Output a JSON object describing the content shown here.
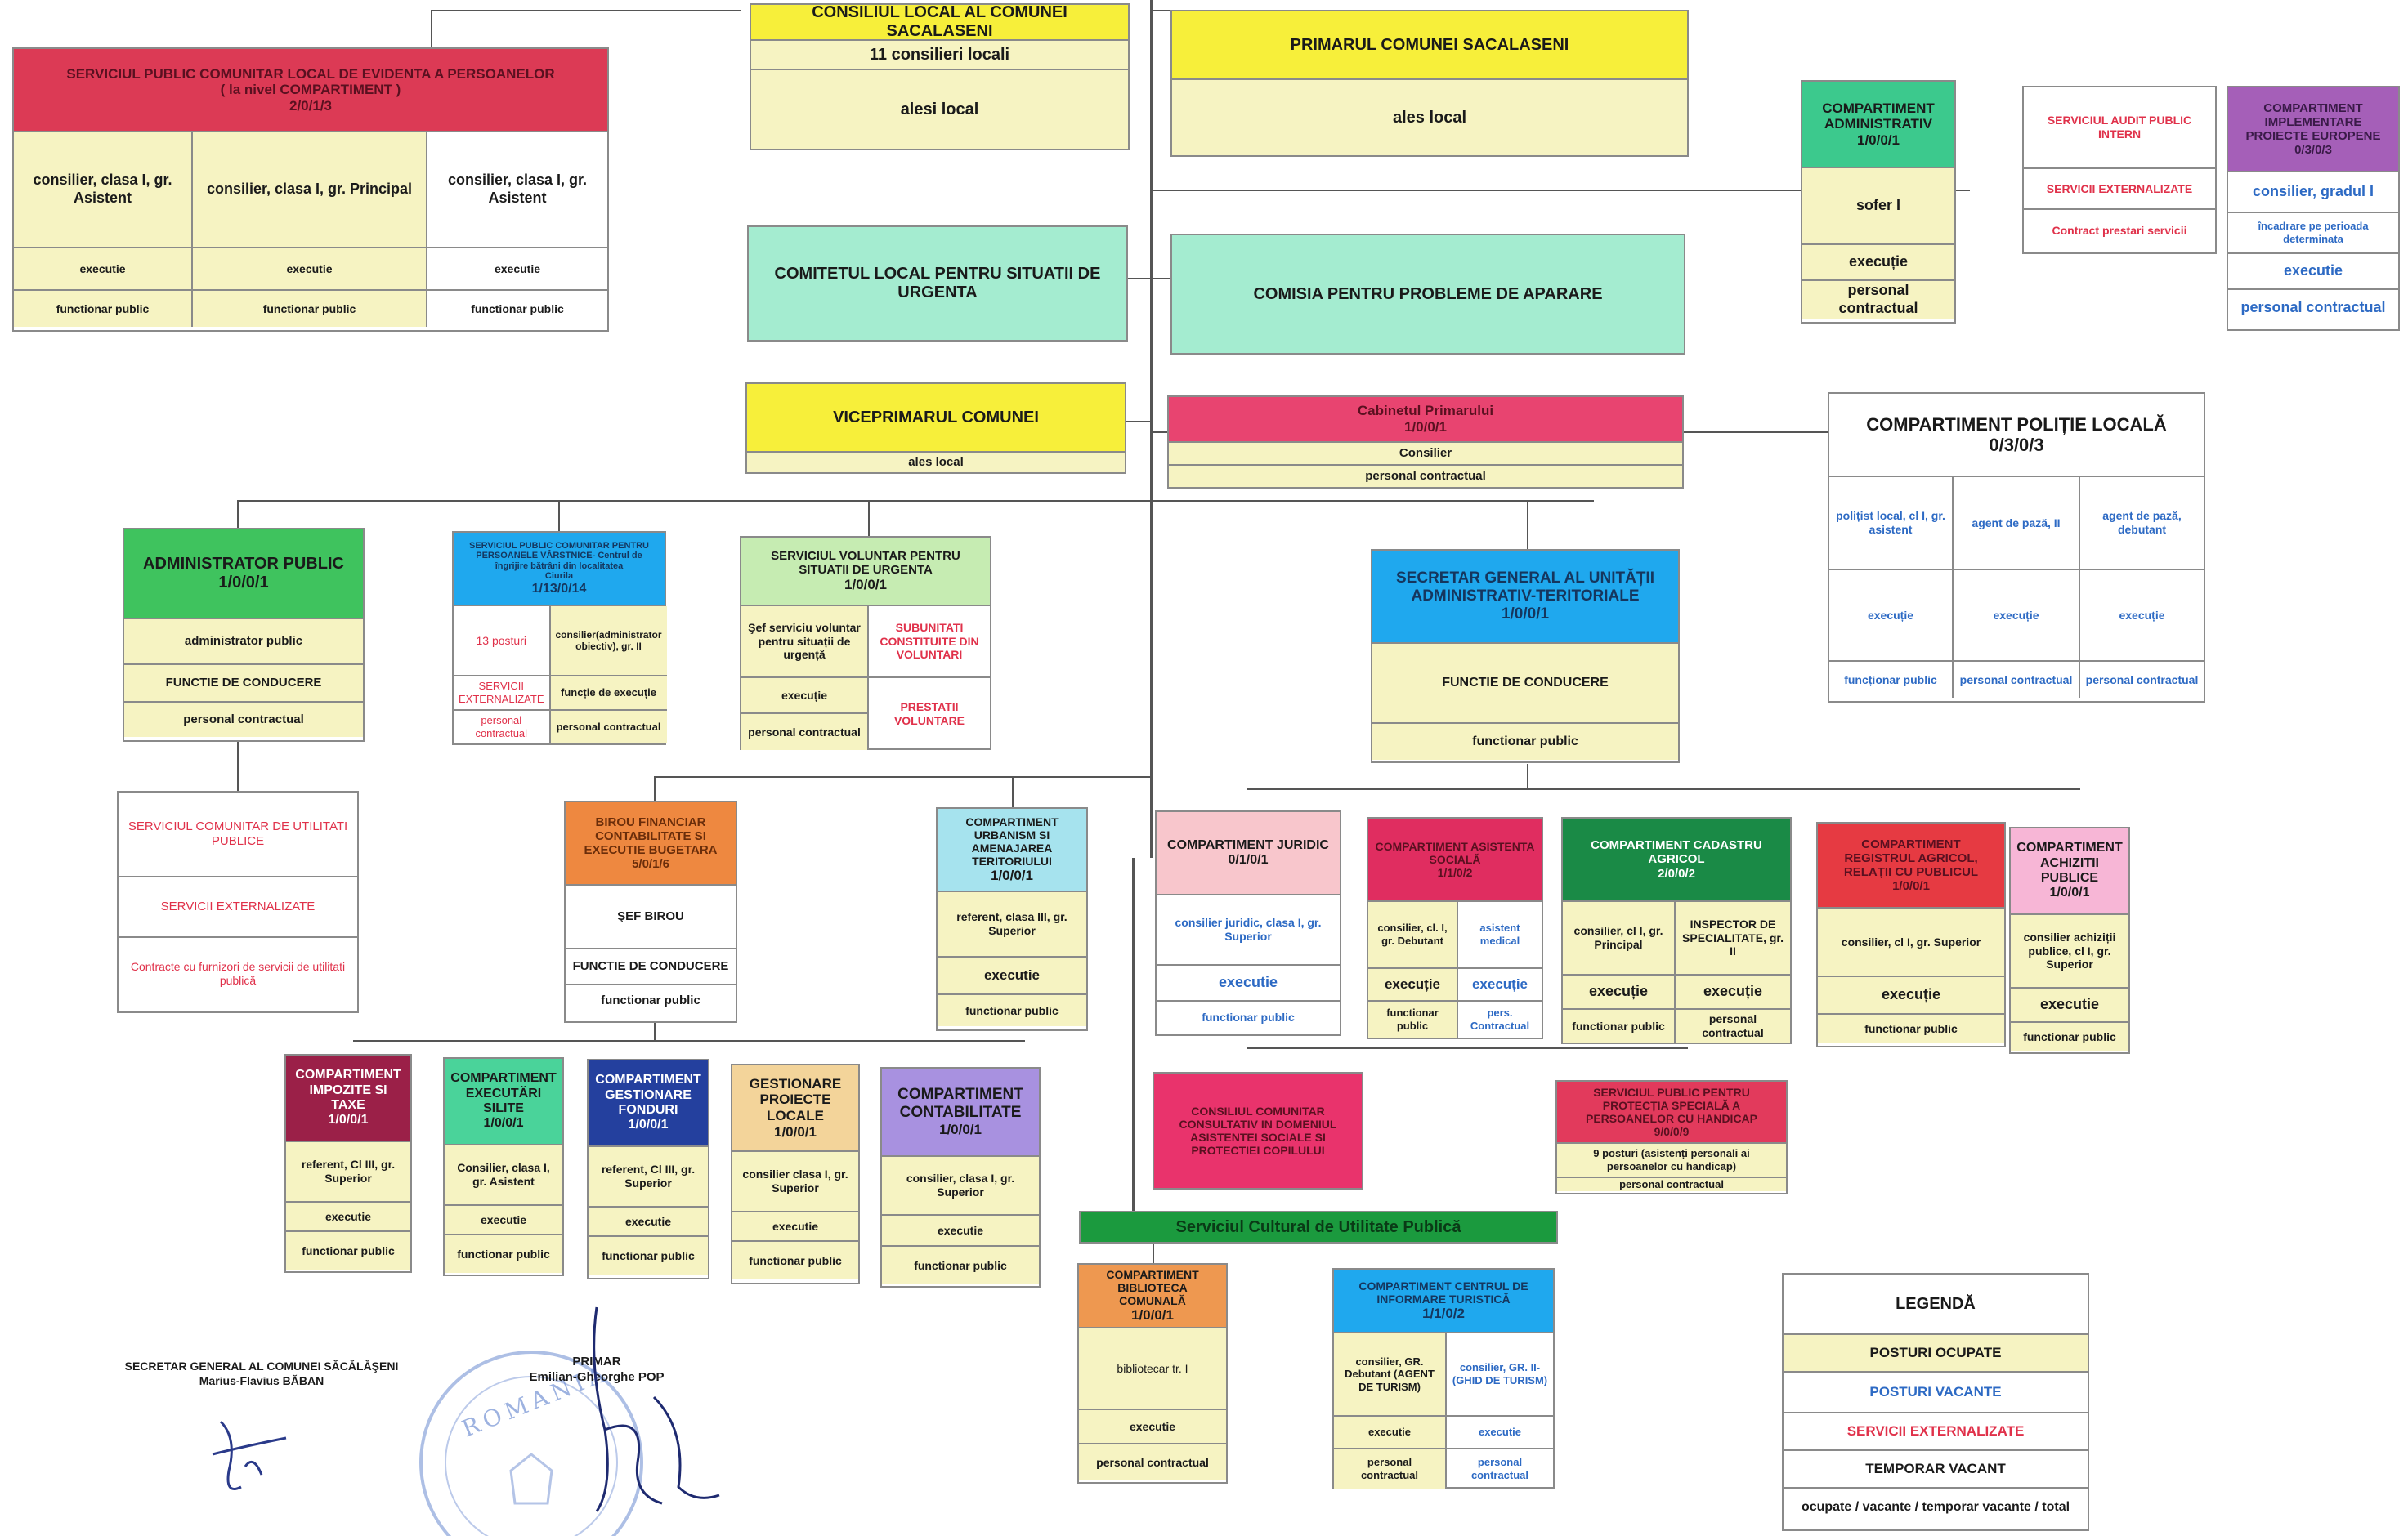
{
  "consiliu": {
    "title": "CONSILIUL LOCAL AL COMUNEI SACALASENI",
    "sub": "11 consilieri locali",
    "body": "alesi local"
  },
  "primar": {
    "title": "PRIMARUL COMUNEI SACALASENI",
    "body": "ales local"
  },
  "evidenta": {
    "title": "SERVICIUL PUBLIC COMUNITAR LOCAL DE EVIDENTA A PERSOANELOR",
    "sub": "( la nivel COMPARTIMENT )",
    "code": "2/0/1/3",
    "posts": [
      "consilier, clasa I, gr. Asistent",
      "consilier, clasa I, gr. Principal",
      "consilier, clasa I, gr. Asistent"
    ],
    "exec": [
      "executie",
      "executie",
      "executie"
    ],
    "type": [
      "functionar public",
      "functionar public",
      "functionar public"
    ]
  },
  "comitet": {
    "title": "COMITETUL LOCAL PENTRU SITUATII DE URGENTA"
  },
  "comisia": {
    "title": "COMISIA PENTRU PROBLEME DE APARARE"
  },
  "administrativ": {
    "title": "COMPARTIMENT ADMINISTRATIV",
    "code": "1/0/0/1",
    "post": "sofer I",
    "exec": "execuție",
    "type": "personal contractual"
  },
  "audit": {
    "title": "SERVICIUL AUDIT PUBLIC INTERN",
    "ext": "SERVICII EXTERNALIZATE",
    "contract": "Contract prestari servicii"
  },
  "proiecte_eu": {
    "title": "COMPARTIMENT IMPLEMENTARE PROIECTE EUROPENE",
    "code": "0/3/0/3",
    "post": "consilier, gradul I",
    "note": "încadrare pe perioada determinata",
    "exec": "executie",
    "type": "personal contractual"
  },
  "viceprimar": {
    "title": "VICEPRIMARUL COMUNEI",
    "body": "ales local"
  },
  "cabinet": {
    "title": "Cabinetul Primarului",
    "code": "1/0/0/1",
    "post": "Consilier",
    "type": "personal contractual"
  },
  "politie": {
    "title": "COMPARTIMENT POLIȚIE LOCALĂ",
    "code": "0/3/0/3",
    "posts": [
      "polițist local, cl I, gr. asistent",
      "agent de pază, II",
      "agent de pază, debutant"
    ],
    "exec": [
      "execuție",
      "execuție",
      "execuție"
    ],
    "type": [
      "funcționar public",
      "personal contractual",
      "personal contractual"
    ]
  },
  "admin_public": {
    "title": "ADMINISTRATOR PUBLIC",
    "code": "1/0/0/1",
    "post": "administrator public",
    "role": "FUNCTIE DE CONDUCERE",
    "type": "personal contractual"
  },
  "varstnice": {
    "title": "SERVICIUL PUBLIC COMUNITAR PENTRU PERSOANELE VÂRSTNICE- Centrul de îngrijire bătrâni din localitatea",
    "sub": "Ciurila",
    "code": "1/13/0/14",
    "left": [
      "13 posturi",
      "SERVICII EXTERNALIZATE",
      "personal contractual"
    ],
    "right": [
      "consilier(administrator obiectiv), gr. II",
      "funcție de execuție",
      "personal contractual"
    ]
  },
  "voluntar": {
    "title": "SERVICIUL VOLUNTAR PENTRU SITUATII DE URGENTA",
    "code": "1/0/0/1",
    "left": [
      "Şef serviciu voluntar pentru situații de urgență",
      "execuție",
      "personal contractual"
    ],
    "right": [
      "SUBUNITATI CONSTITUITE DIN VOLUNTARI",
      "PRESTATII VOLUNTARE"
    ]
  },
  "secretar": {
    "title": "SECRETAR GENERAL AL UNITĂȚII ADMINISTRATIV-TERITORIALE",
    "code": "1/0/0/1",
    "role": "FUNCTIE DE CONDUCERE",
    "type": "functionar public"
  },
  "utilitati": {
    "title": "SERVICIUL COMUNITAR DE UTILITATI PUBLICE",
    "ext": "SERVICII EXTERNALIZATE",
    "contract": "Contracte cu furnizori de servicii de utilitati publică"
  },
  "birou": {
    "title": "BIROU FINANCIAR CONTABILITATE SI EXECUTIE BUGETARA",
    "code": "5/0/1/6",
    "post": "ŞEF BIROU",
    "role": "FUNCTIE DE CONDUCERE",
    "type": "functionar public"
  },
  "urbanism": {
    "title": "COMPARTIMENT URBANISM SI AMENAJAREA TERITORIULUI",
    "code": "1/0/0/1",
    "post": "referent, clasa III, gr. Superior",
    "exec": "executie",
    "type": "functionar public"
  },
  "juridic": {
    "title": "COMPARTIMENT JURIDIC",
    "code": "0/1/0/1",
    "post": "consilier juridic, clasa I, gr. Superior",
    "exec": "executie",
    "type": "functionar public"
  },
  "asistenta": {
    "title": "COMPARTIMENT ASISTENTA SOCIALĂ",
    "code": "1/1/0/2",
    "left": [
      "consilier, cl. I, gr. Debutant",
      "execuție",
      "functionar public"
    ],
    "right": [
      "asistent medical",
      "execuție",
      "pers. Contractual"
    ]
  },
  "cadastru": {
    "title": "COMPARTIMENT CADASTRU AGRICOL",
    "code": "2/0/0/2",
    "left": [
      "consilier, cl I, gr. Principal",
      "execuție",
      "functionar public"
    ],
    "right": [
      "INSPECTOR DE SPECIALITATE, gr. II",
      "execuție",
      "personal contractual"
    ]
  },
  "registru": {
    "title": "COMPARTIMENT REGISTRUL AGRICOL, RELAȚII CU PUBLICUL",
    "code": "1/0/0/1",
    "post": "consilier, cl I, gr. Superior",
    "exec": "execuție",
    "type": "functionar public"
  },
  "achizitii": {
    "title": "COMPARTIMENT ACHIZITII PUBLICE",
    "code": "1/0/0/1",
    "post": "consilier achiziții publice, cl I, gr. Superior",
    "exec": "executie",
    "type": "functionar public"
  },
  "impozite": {
    "title": "COMPARTIMENT IMPOZITE SI TAXE",
    "code": "1/0/0/1",
    "post": "referent, Cl III, gr. Superior",
    "exec": "executie",
    "type": "functionar public"
  },
  "executari": {
    "title": "COMPARTIMENT EXECUTĂRI SILITE",
    "code": "1/0/0/1",
    "post": "Consilier, clasa I, gr. Asistent",
    "exec": "executie",
    "type": "functionar public"
  },
  "fonduri": {
    "title": "COMPARTIMENT GESTIONARE FONDURI",
    "code": "1/0/0/1",
    "post": "referent, Cl III, gr. Superior",
    "exec": "executie",
    "type": "functionar public"
  },
  "gestionare": {
    "title": "GESTIONARE PROIECTE LOCALE",
    "code": "1/0/0/1",
    "post": "consilier clasa I, gr. Superior",
    "exec": "executie",
    "type": "functionar public"
  },
  "contabilitate": {
    "title": "COMPARTIMENT CONTABILITATE",
    "code": "1/0/0/1",
    "post": "consilier, clasa I, gr. Superior",
    "exec": "executie",
    "type": "functionar public"
  },
  "consultativ": {
    "title": "CONSILIUL COMUNITAR CONSULTATIV IN DOMENIUL ASISTENTEI SOCIALE SI PROTECTIEI COPILULUI"
  },
  "handicap": {
    "title": "SERVICIUL PUBLIC PENTRU PROTECȚIA SPECIALĂ A PERSOANELOR CU HANDICAP",
    "code": "9/0/0/9",
    "post": "9 posturi (asistenți personali ai persoanelor cu handicap)",
    "type": "personal contractual"
  },
  "cultural": {
    "title": "Serviciul Cultural de Utilitate Publică"
  },
  "biblioteca": {
    "title": "COMPARTIMENT BIBLIOTECA COMUNALĂ",
    "code": "1/0/0/1",
    "post": "bibliotecar tr. I",
    "exec": "executie",
    "type": "personal contractual"
  },
  "turism": {
    "title": "COMPARTIMENT CENTRUL DE INFORMARE TURISTICĂ",
    "code": "1/1/0/2",
    "left": [
      "consilier, GR. Debutant (AGENT DE TURISM)",
      "executie",
      "personal contractual"
    ],
    "right": [
      "consilier, GR. II- (GHID DE TURISM)",
      "executie",
      "personal contractual"
    ]
  },
  "legenda": {
    "title": "LEGENDĂ",
    "items": [
      "POSTURI OCUPATE",
      "POSTURI VACANTE",
      "SERVICII EXTERNALIZATE",
      "TEMPORAR VACANT",
      "ocupate / vacante / temporar vacante / total"
    ]
  },
  "sign_secretar": {
    "role": "SECRETAR GENERAL AL COMUNEI SĂCĂLĂŞENI",
    "name": "Marius-Flavius BĂBAN"
  },
  "sign_primar": {
    "role": "PRIMAR",
    "name": "Emilian-Gheorghe POP"
  },
  "stamp": {
    "text": "ROMANIA"
  },
  "colors": {
    "red": "#dc3a55",
    "yellow": "#f7ef3a",
    "mint": "#a4ecd0",
    "green": "#3fc35e",
    "cyan": "#1fa8ee",
    "lightgreen": "#c6ecb2",
    "pink": "#f8c6cc",
    "orange": "#ee8840",
    "aqua": "#a6e3ee",
    "darkgreen": "#1a8a46",
    "maroon": "#9b2048",
    "teal": "#4ad39a",
    "navy": "#24409e",
    "tan": "#f3d49a",
    "purple": "#a891e0",
    "violet": "#a55fb8"
  }
}
